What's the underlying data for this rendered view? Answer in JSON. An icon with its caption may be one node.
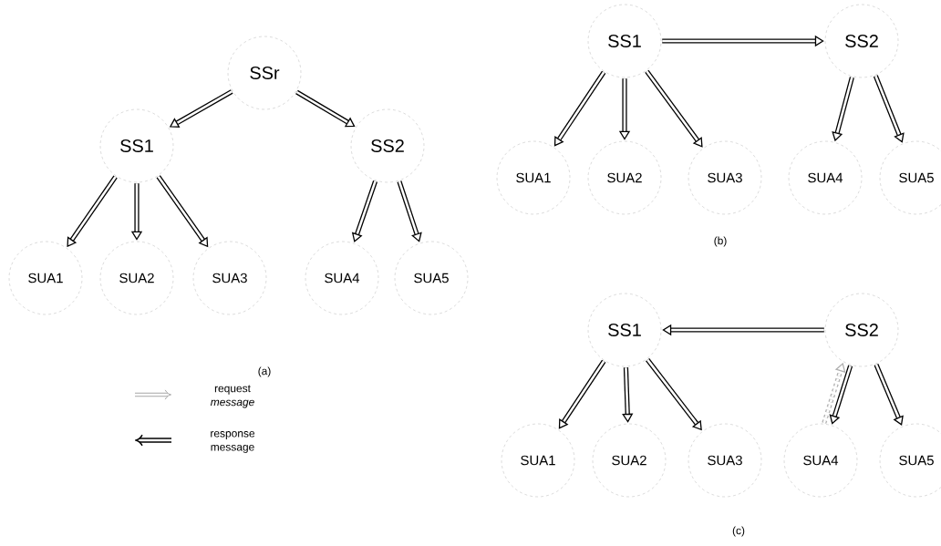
{
  "diagram": {
    "nodes": [
      {
        "text": [
          "SSr"
        ]
      },
      {
        "text": [
          "SS1"
        ]
      },
      {
        "text": [
          "SS2"
        ]
      },
      {
        "text": [
          "SUA1"
        ]
      },
      {
        "text": [
          "SUA2"
        ]
      },
      {
        "text": [
          "SUA3"
        ]
      },
      {
        "text": [
          "SUA4"
        ]
      },
      {
        "text": [
          "SUA5"
        ]
      },
      {
        "text": [
          "SS1"
        ]
      },
      {
        "text": [
          "SS2"
        ]
      },
      {
        "text": [
          "SUA1"
        ]
      },
      {
        "text": [
          "SUA2"
        ]
      },
      {
        "text": [
          "SUA3"
        ]
      },
      {
        "text": [
          "SUA4"
        ]
      },
      {
        "text": [
          "SUA5"
        ]
      },
      {
        "text": [
          "SS1"
        ]
      },
      {
        "text": [
          "SS2"
        ]
      },
      {
        "text": [
          "SUA1"
        ]
      },
      {
        "text": [
          "SUA2"
        ]
      },
      {
        "text": [
          "SUA3"
        ]
      },
      {
        "text": [
          "SUA4"
        ]
      },
      {
        "text": [
          "SUA5"
        ]
      }
    ],
    "edges": [
      {
        "from": 0,
        "to": 1,
        "arrow": "to"
      },
      {
        "from": 0,
        "to": 2,
        "arrow": "to"
      },
      {
        "from": 1,
        "to": 3,
        "arrow": "to"
      },
      {
        "from": 1,
        "to": 4,
        "arrow": "to"
      },
      {
        "from": 1,
        "to": 5,
        "arrow": "to"
      },
      {
        "from": 2,
        "to": 6,
        "arrow": "to"
      },
      {
        "from": 2,
        "to": 7,
        "arrow": "to"
      },
      {
        "from": 8,
        "to": 9,
        "arrow": "to"
      },
      {
        "from": 8,
        "to": 10,
        "arrow": "to"
      },
      {
        "from": 8,
        "to": 11,
        "arrow": "to"
      },
      {
        "from": 8,
        "to": 12,
        "arrow": "to"
      },
      {
        "from": 9,
        "to": 13,
        "arrow": "to"
      },
      {
        "from": 9,
        "to": 14,
        "arrow": "to"
      },
      {
        "from": 16,
        "to": 15,
        "arrow": "to"
      },
      {
        "from": 15,
        "to": 17,
        "arrow": "to"
      },
      {
        "from": 15,
        "to": 18,
        "arrow": "to"
      },
      {
        "from": 15,
        "to": 19,
        "arrow": "to"
      },
      {
        "from": 16,
        "to": 20,
        "arrow": "to"
      },
      {
        "from": 16,
        "to": 21,
        "arrow": "to"
      },
      {
        "from": 20,
        "to": 16,
        "arrow": "to",
        "style": "dashed",
        "color": "#b0b0b0"
      }
    ],
    "labels": [
      "(a)",
      "(b)",
      "(c)"
    ],
    "legend": [
      {
        "text": "request *message*"
      },
      {
        "text": "response message"
      }
    ]
  }
}
